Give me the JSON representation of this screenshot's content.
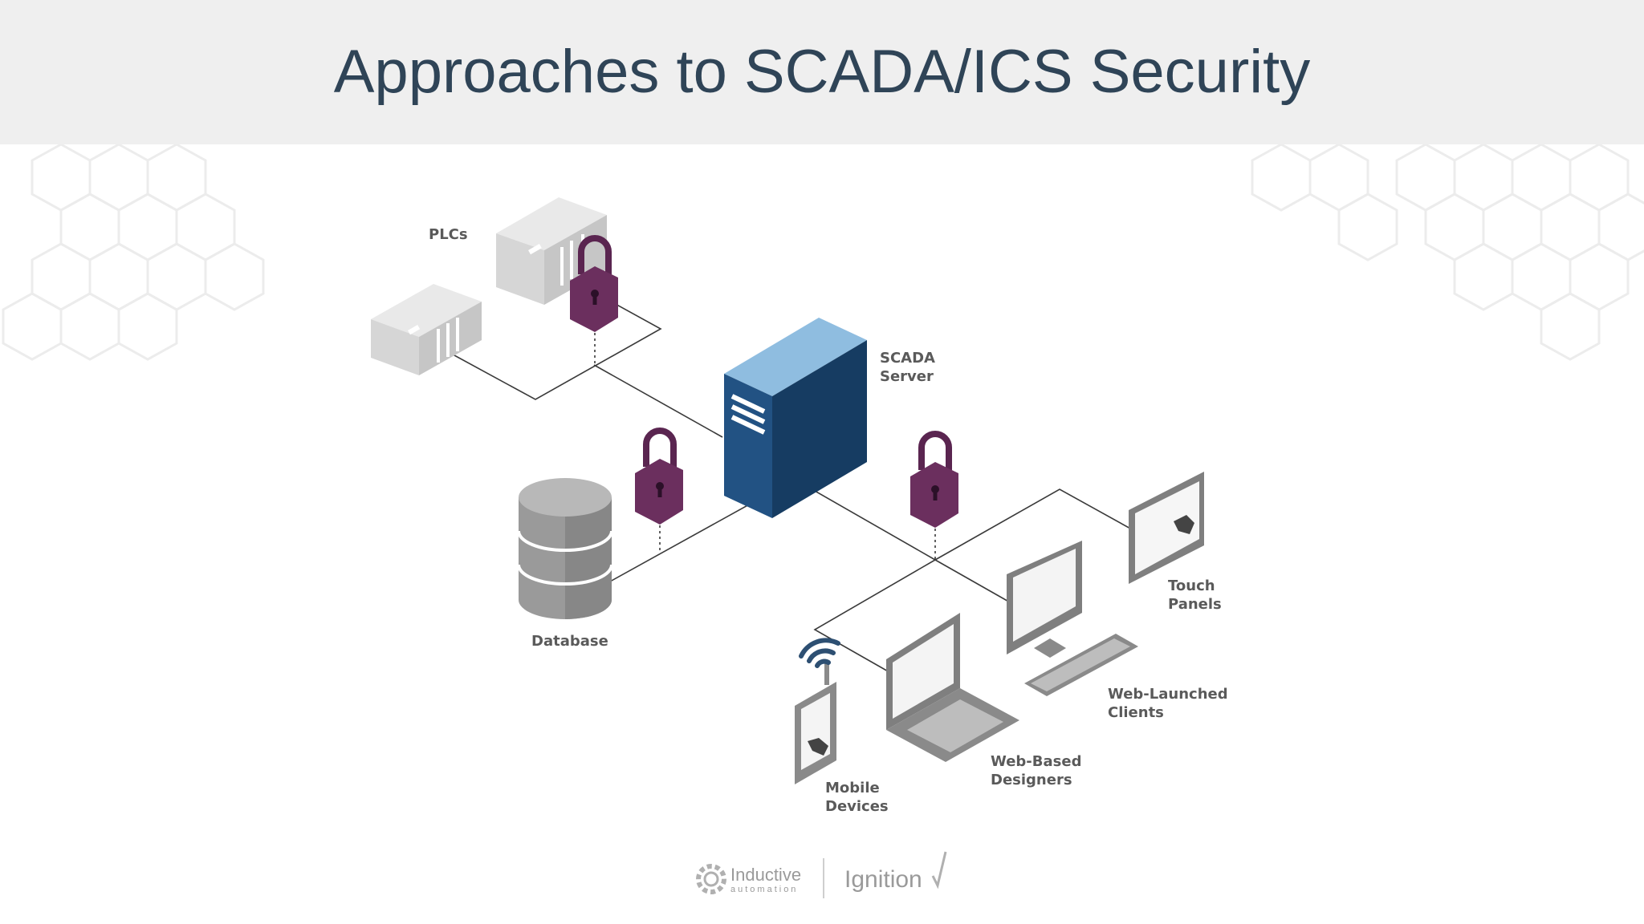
{
  "slide": {
    "title": "Approaches to SCADA/ICS Security"
  },
  "diagram": {
    "labels": {
      "plcs": "PLCs",
      "scada_line1": "SCADA",
      "scada_line2": "Server",
      "database": "Database",
      "touch_line1": "Touch",
      "touch_line2": "Panels",
      "web_clients_line1": "Web-Launched",
      "web_clients_line2": "Clients",
      "web_designers_line1": "Web-Based",
      "web_designers_line2": "Designers",
      "mobile_line1": "Mobile",
      "mobile_line2": "Devices"
    },
    "colors": {
      "server_front": "#1e4e7d",
      "server_side": "#163c62",
      "server_top": "#8fbde0",
      "lock": "#6b2f5e",
      "lock_shackle": "#5a2550",
      "device_gray": "#8a8a8a",
      "line": "#3a3a3a"
    }
  },
  "footer": {
    "brand1_line1": "Inductive",
    "brand1_line2": "automation",
    "brand2": "Ignition"
  }
}
